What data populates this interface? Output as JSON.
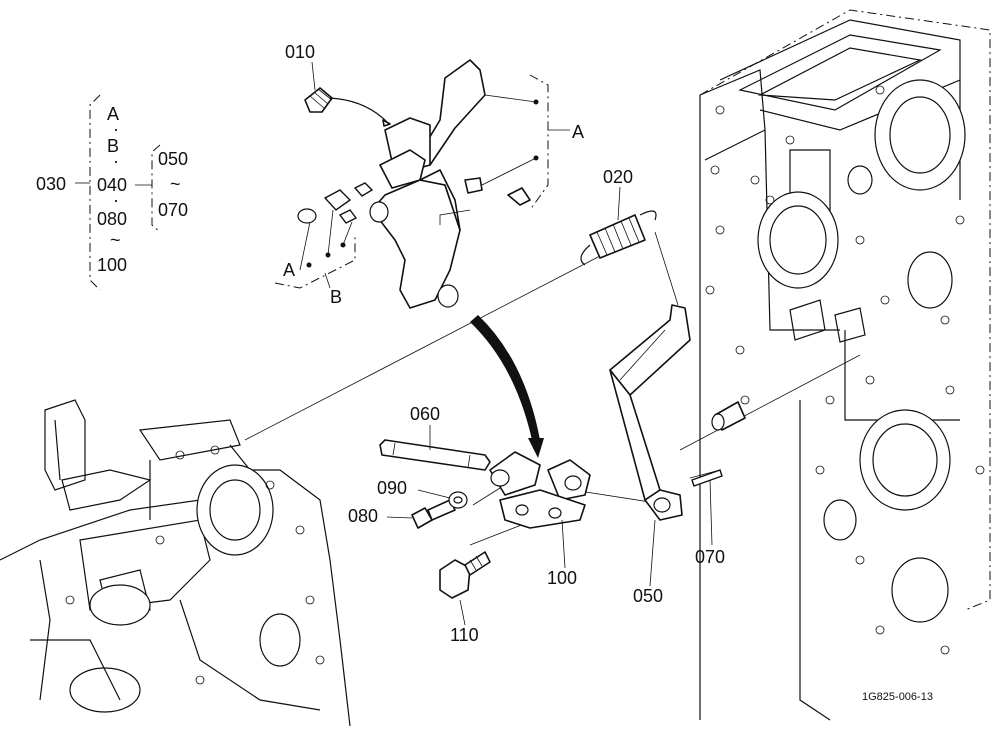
{
  "diagram": {
    "labels": {
      "p010": "010",
      "p020": "020",
      "p030": "030",
      "p050": "050",
      "p060": "060",
      "p070": "070",
      "p080": "080",
      "p090": "090",
      "p100": "100",
      "p110": "110"
    },
    "bracket": {
      "a": "A",
      "b": "B",
      "p040": "040",
      "p080": "080",
      "p100": "100",
      "p050": "050",
      "p070": "070",
      "dot": "·",
      "tilde": "~"
    },
    "callouts": {
      "A_top": "A",
      "A_left": "A",
      "B_left": "B"
    },
    "drawing_code": "1G825-006-13"
  }
}
